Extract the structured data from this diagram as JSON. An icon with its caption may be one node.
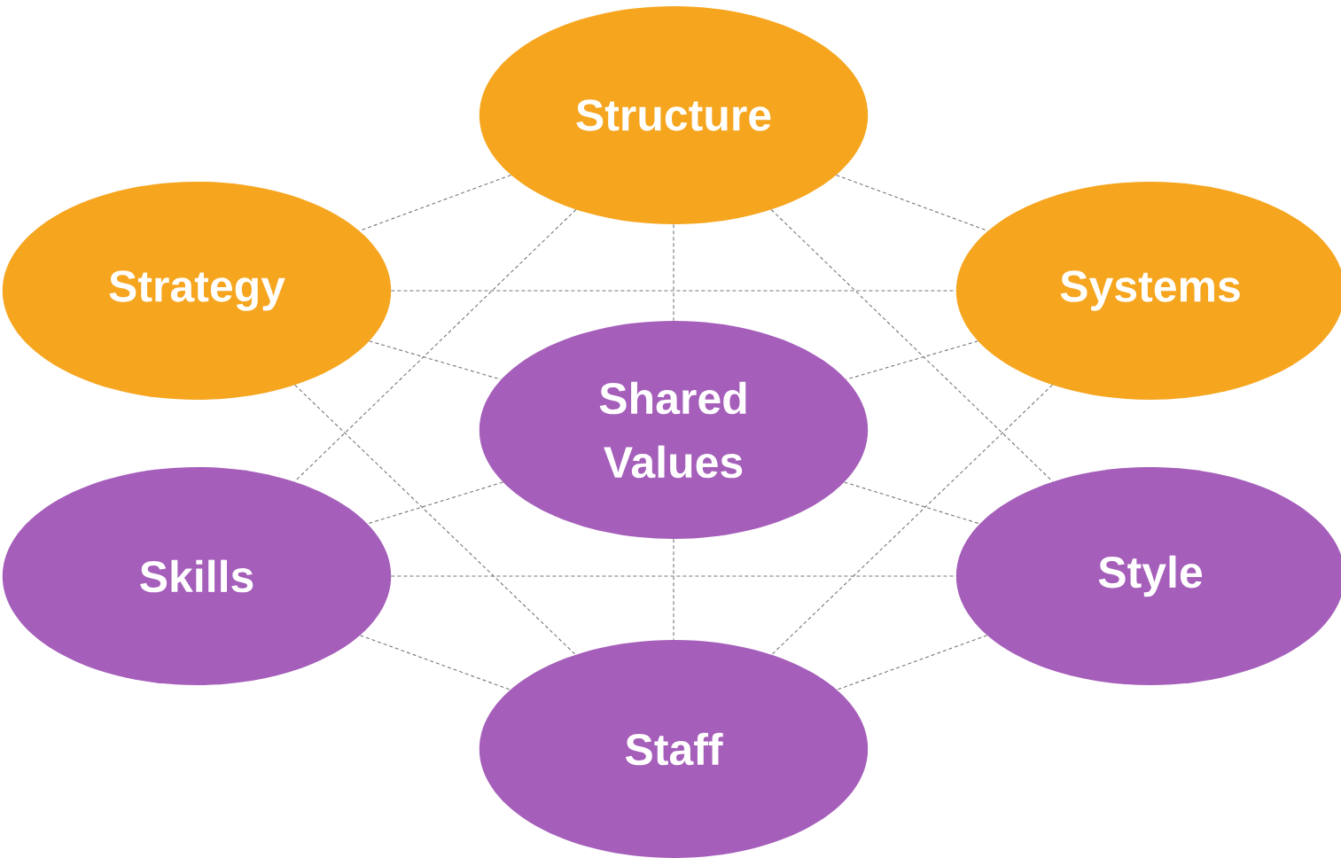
{
  "diagram": {
    "nodes": [
      {
        "text": [
          "Structure"
        ]
      },
      {
        "text": [
          "Strategy"
        ]
      },
      {
        "text": [
          "Systems"
        ]
      },
      {
        "text": [
          "Shared Values"
        ]
      },
      {
        "text": [
          "Skills"
        ]
      },
      {
        "text": [
          "Style"
        ]
      },
      {
        "text": [
          "Staff"
        ]
      }
    ],
    "edges": [
      {
        "from": 0,
        "to": 1,
        "arrow": "none"
      },
      {
        "from": 0,
        "to": 2,
        "arrow": "none"
      },
      {
        "from": 0,
        "to": 3,
        "arrow": "none"
      },
      {
        "from": 0,
        "to": 4,
        "arrow": "none"
      },
      {
        "from": 0,
        "to": 5,
        "arrow": "none"
      },
      {
        "from": 1,
        "to": 2,
        "arrow": "none"
      },
      {
        "from": 1,
        "to": 3,
        "arrow": "none"
      },
      {
        "from": 1,
        "to": 6,
        "arrow": "none"
      },
      {
        "from": 2,
        "to": 3,
        "arrow": "none"
      },
      {
        "from": 2,
        "to": 6,
        "arrow": "none"
      },
      {
        "from": 3,
        "to": 4,
        "arrow": "none"
      },
      {
        "from": 3,
        "to": 5,
        "arrow": "none"
      },
      {
        "from": 3,
        "to": 6,
        "arrow": "none"
      },
      {
        "from": 4,
        "to": 5,
        "arrow": "none"
      },
      {
        "from": 4,
        "to": 6,
        "arrow": "none"
      },
      {
        "from": 5,
        "to": 6,
        "arrow": "none"
      }
    ]
  }
}
